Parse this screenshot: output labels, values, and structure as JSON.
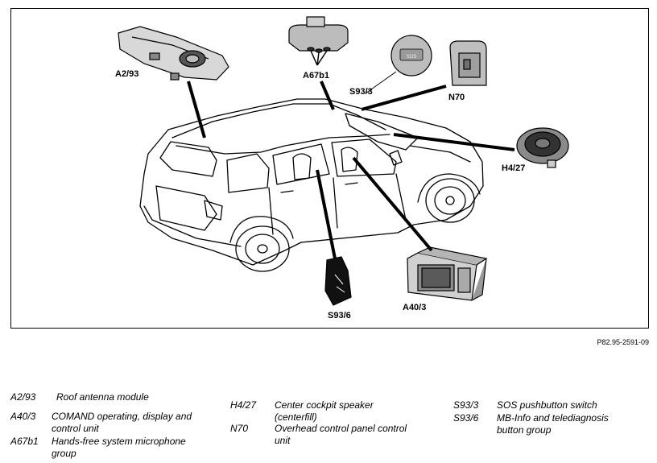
{
  "figure": {
    "reference": "P82.95-2591-09",
    "callouts": {
      "a2_93": "A2/93",
      "a67b1": "A67b1",
      "s93_3": "S93/3",
      "n70": "N70",
      "h4_27": "H4/27",
      "s93_6": "S93/6",
      "a40_3": "A40/3"
    },
    "sos_button_text": "SOS"
  },
  "legend": {
    "col1": [
      {
        "code": "A2/93",
        "desc": "Roof antenna module"
      },
      {
        "code": "A40/3",
        "desc": "COMAND operating, display and control unit"
      },
      {
        "code": "A67b1",
        "desc": "Hands-free system microphone group"
      }
    ],
    "col2": [
      {
        "code": "H4/27",
        "desc": "Center cockpit speaker (centerfill)"
      },
      {
        "code": "N70",
        "desc": "Overhead control panel control unit"
      }
    ],
    "col3": [
      {
        "code": "S93/3",
        "desc": "SOS pushbutton switch"
      },
      {
        "code": "S93/6",
        "desc": "MB-Info and telediagnosis button group"
      }
    ]
  }
}
